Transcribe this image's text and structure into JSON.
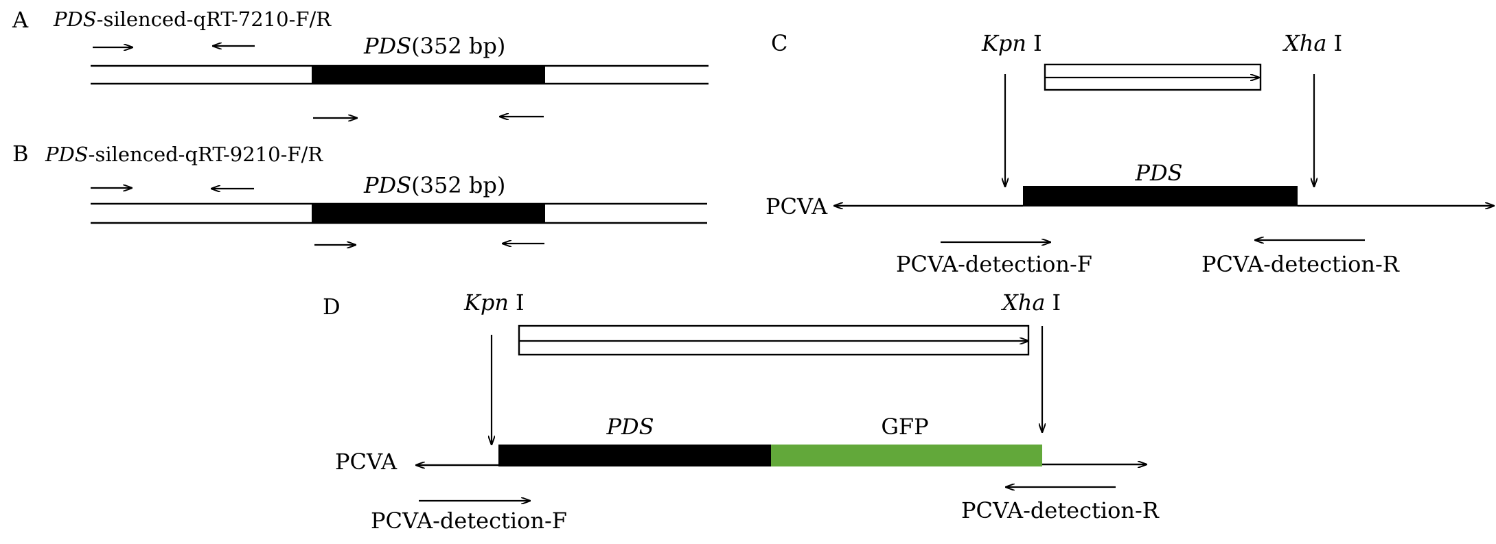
{
  "panel_a": {
    "letter": "A",
    "primer_gene": "PDS",
    "primer_suffix": "-silenced-qRT-7210-F/R",
    "segment_gene": "PDS",
    "segment_size": "(352 bp)"
  },
  "panel_b": {
    "letter": "B",
    "primer_gene": "PDS",
    "primer_suffix": "-silenced-qRT-9210-F/R",
    "segment_gene": "PDS",
    "segment_size": "(352 bp)"
  },
  "panel_c": {
    "letter": "C",
    "site_left": "Kpn",
    "site_left_numeral": "I",
    "site_right": "Xha",
    "site_right_numeral": "I",
    "insert_label": "PDS",
    "vector_label": "PCVA",
    "primer_f": "PCVA-detection-F",
    "primer_r": "PCVA-detection-R"
  },
  "panel_d": {
    "letter": "D",
    "site_left": "Kpn",
    "site_left_numeral": "I",
    "site_right": "Xha",
    "site_right_numeral": "I",
    "insert_label": "PDS",
    "reporter_label": "GFP",
    "vector_label": "PCVA",
    "primer_f": "PCVA-detection-F",
    "primer_r": "PCVA-detection-R"
  },
  "colors": {
    "insert_fill": "#000000",
    "gfp_fill": "#62a83a",
    "line": "#000000"
  }
}
